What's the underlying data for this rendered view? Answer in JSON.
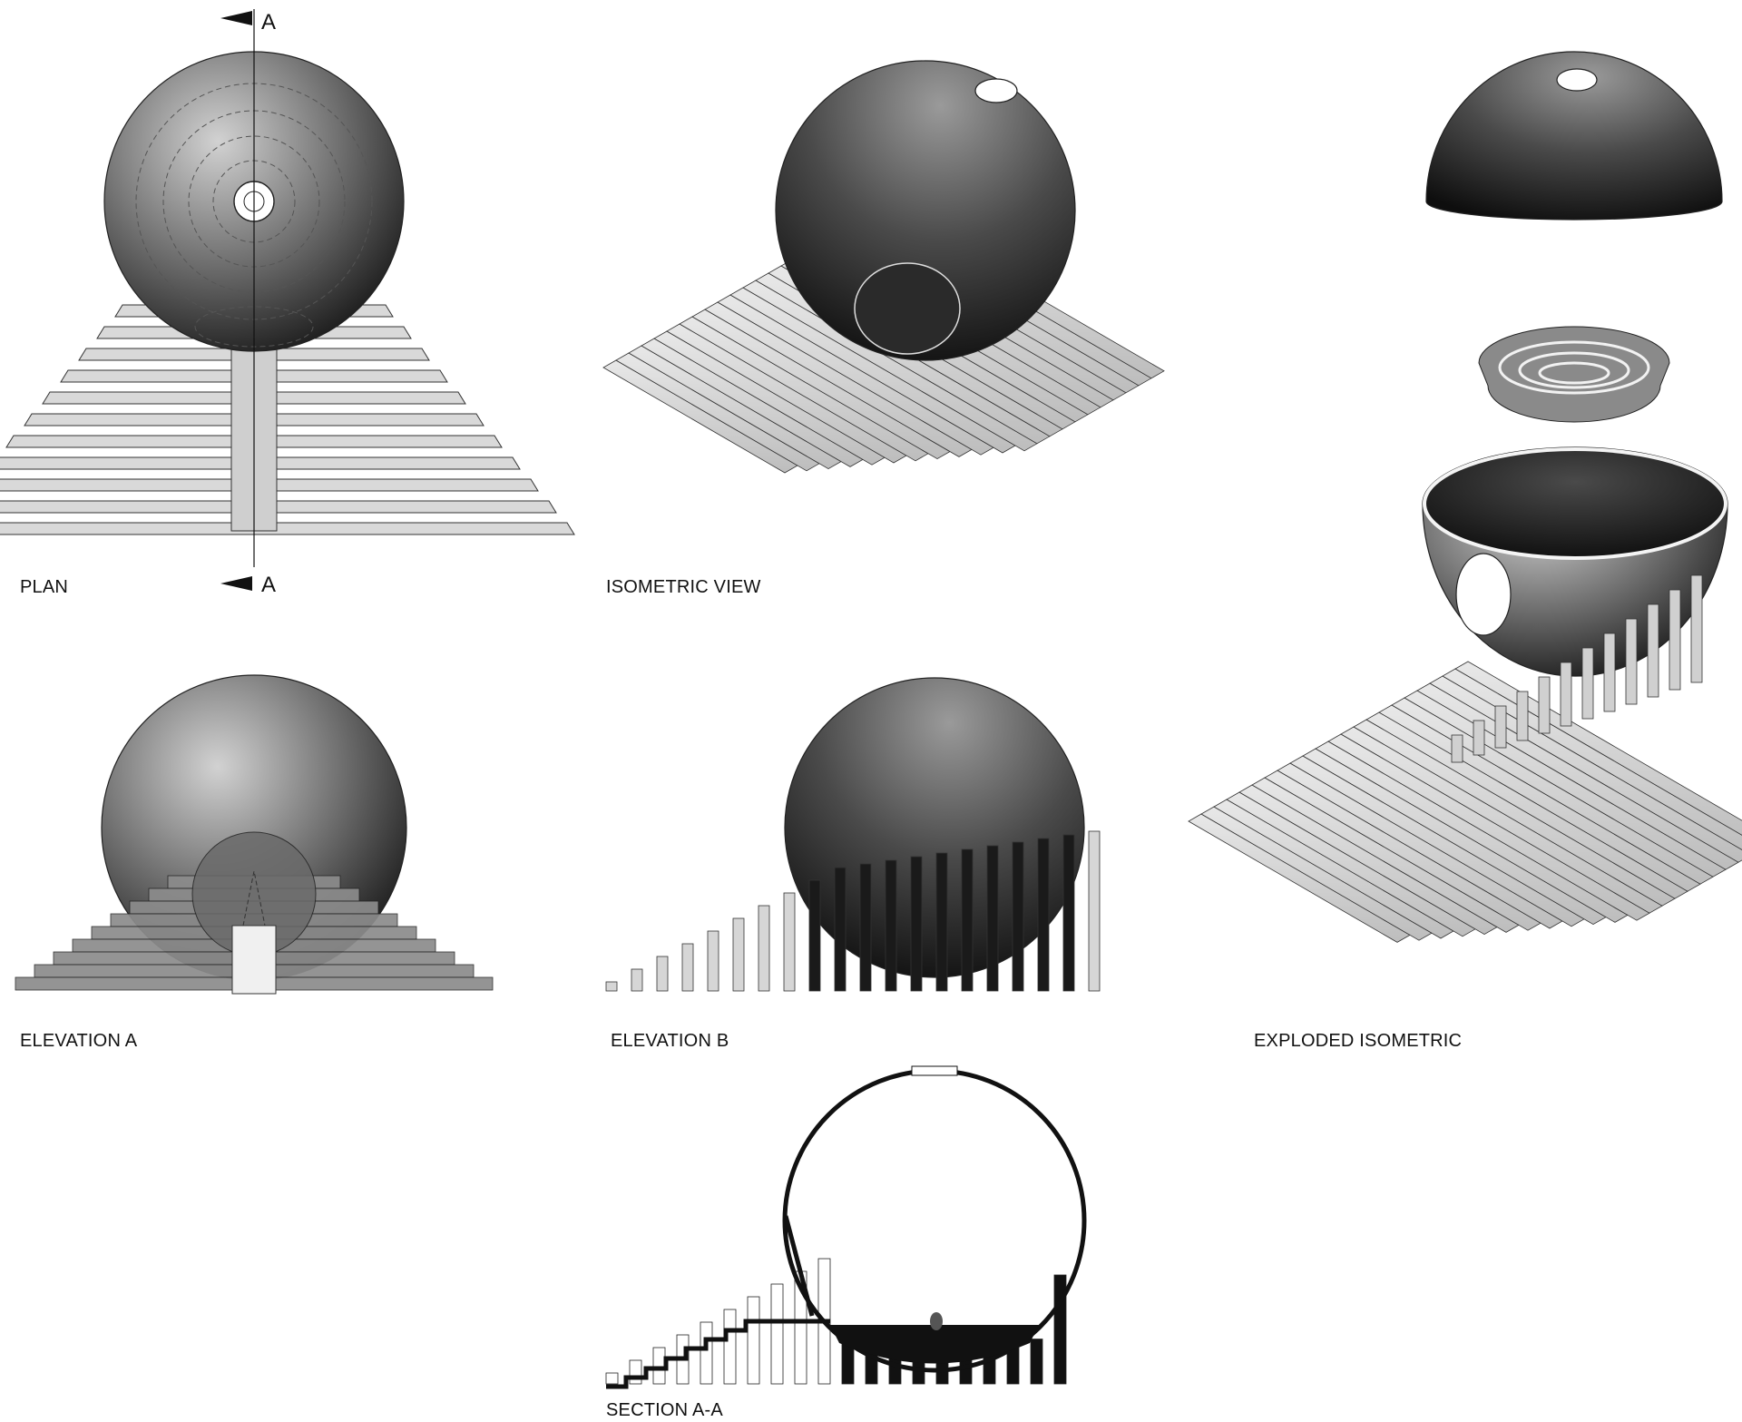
{
  "sheet": {
    "labels": {
      "plan": "PLAN",
      "isometric": "ISOMETRIC VIEW",
      "exploded": "EXPLODED ISOMETRIC",
      "elevation_a": "ELEVATION A",
      "elevation_b": "ELEVATION B",
      "section": "SECTION A-A"
    },
    "section_marker": "A"
  },
  "colors": {
    "ink": "#111111",
    "sphere_light": "#c4c4c4",
    "sphere_dark": "#1e1e1e",
    "step_fill": "#e2e2e2",
    "step_face": "#c8c8c8"
  }
}
